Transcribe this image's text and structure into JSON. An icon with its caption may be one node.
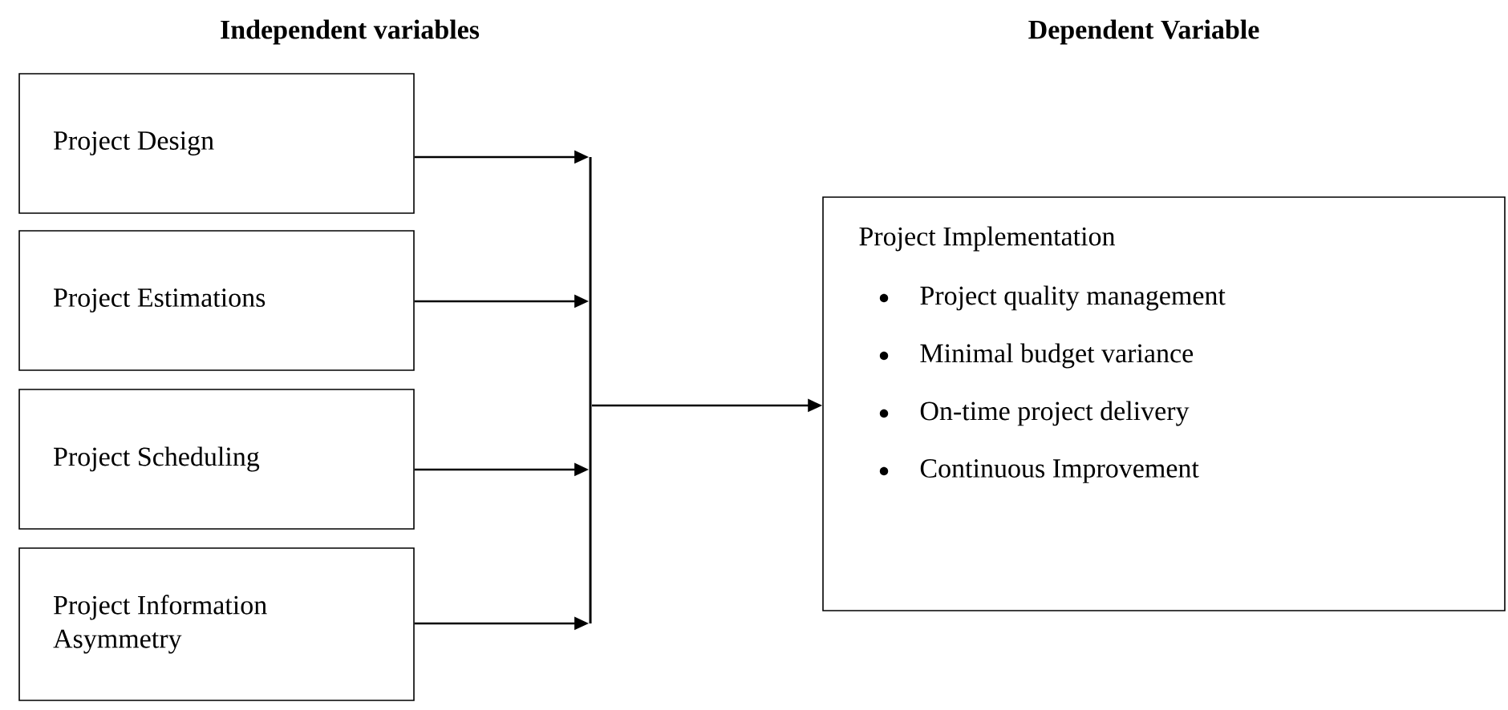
{
  "diagram": {
    "nodes": [
      {
        "text": [
          "Project Design"
        ]
      },
      {
        "text": [
          "Project Estimations"
        ]
      },
      {
        "text": [
          "Project Scheduling"
        ]
      },
      {
        "text": [
          "Project Information Asymmetry"
        ]
      },
      {
        "text": [],
        "shape": "bar"
      },
      {
        "text": [
          "Project Implementation",
          "Project quality management",
          "Minimal budget variance",
          "On-time project delivery",
          "Continuous Improvement"
        ]
      }
    ],
    "edges": [
      {
        "from": 0,
        "to": 4,
        "arrow": "to"
      },
      {
        "from": 1,
        "to": 4,
        "arrow": "to"
      },
      {
        "from": 2,
        "to": 4,
        "arrow": "to"
      },
      {
        "from": 3,
        "to": 4,
        "arrow": "to"
      },
      {
        "from": 4,
        "to": 5,
        "arrow": "to"
      }
    ],
    "labels": [
      "Independent variables",
      "Dependent Variable"
    ]
  }
}
